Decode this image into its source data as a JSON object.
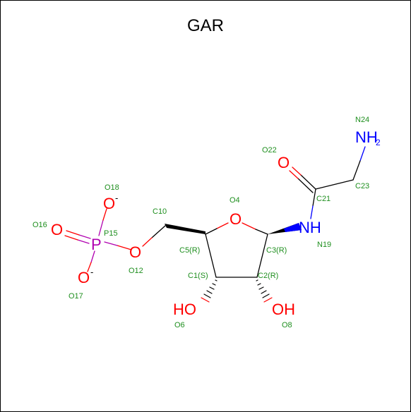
{
  "title": "GAR",
  "colors": {
    "oxygen": "#ff0000",
    "nitrogen": "#0000ff",
    "phosphorus": "#b000b0",
    "carbon_bond": "#000000",
    "atom_label": "#1f8f1f"
  },
  "atoms": {
    "amine": "NH",
    "amine_sub": "2",
    "amide_n": "NH",
    "amide_o": "O",
    "ring_o": "O",
    "ester_o": "O",
    "phos": "P",
    "po_top": "O",
    "po_left": "O",
    "po_bottom": "O",
    "charge": "-",
    "oh_left": "HO",
    "oh_right": "OH"
  },
  "labels": {
    "n24": "N24",
    "o22": "O22",
    "c23": "C23",
    "c21": "C21",
    "n19": "N19",
    "o4": "O4",
    "c10": "C10",
    "c5": "C5(R)",
    "c3": "C3(R)",
    "c1": "C1(S)",
    "c2": "C2(R)",
    "o18": "O18",
    "o16": "O16",
    "p15": "P15",
    "o12": "O12",
    "o17": "O17",
    "o6": "O6",
    "o8": "O8"
  }
}
